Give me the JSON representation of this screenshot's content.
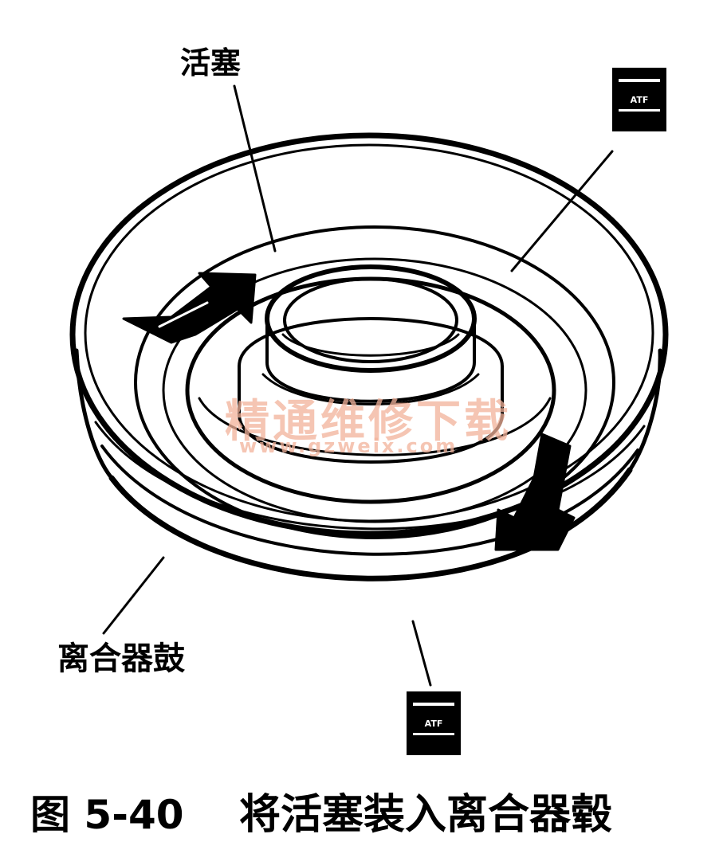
{
  "labels": {
    "piston": "活塞",
    "clutch_drum": "离合器鼓"
  },
  "caption": {
    "number": "图 5-40",
    "text": "将活塞装入离合器毂"
  },
  "watermark": {
    "cn": "精通维修下载",
    "url": "www.gzweix.com",
    "color": "#f2b29a"
  },
  "atf_label": "ATF",
  "icons": [
    "atf-bottle-icon",
    "rotation-arrow-icon"
  ]
}
